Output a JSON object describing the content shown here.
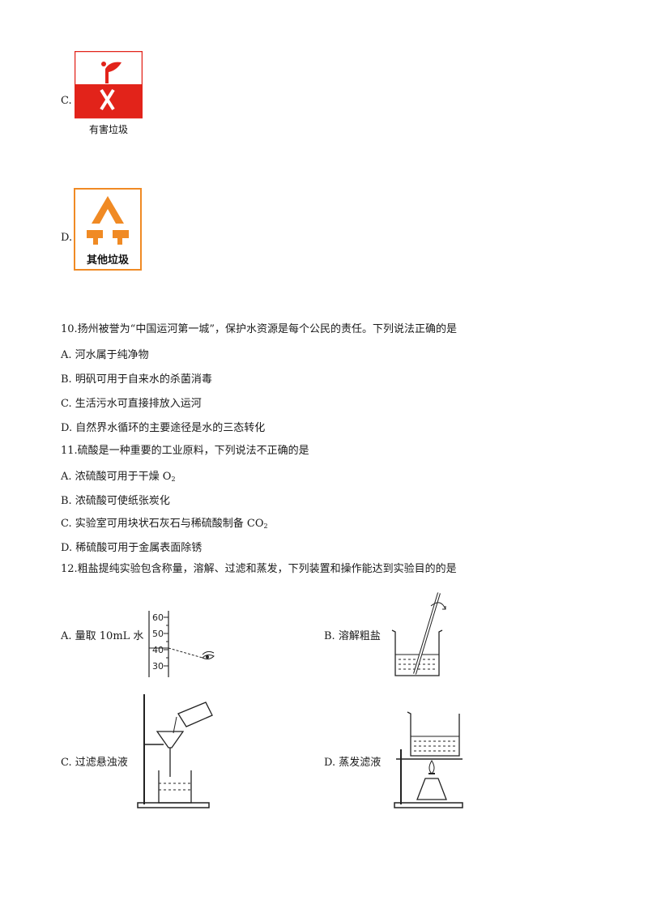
{
  "q9": {
    "option_c": {
      "letter": "C.",
      "sign_label": "有害垃圾"
    },
    "option_d": {
      "letter": "D.",
      "sign_label": "其他垃圾"
    }
  },
  "q10": {
    "stem": "10.扬州被誉为“中国运河第一城”，保护水资源是每个公民的责任。下列说法正确的是",
    "options": [
      "A. 河水属于纯净物",
      "B. 明矾可用于自来水的杀菌消毒",
      "C. 生活污水可直接排放入运河",
      "D. 自然界水循环的主要途径是水的三态转化"
    ]
  },
  "q11": {
    "stem": "11.硫酸是一种重要的工业原料，下列说法不正确的是",
    "options": [
      {
        "prefix": "A.  浓硫酸可用于干燥 O",
        "sub": "2"
      },
      {
        "prefix": "B.  浓硫酸可使纸张炭化",
        "sub": ""
      },
      {
        "prefix": "C.  实验室可用块状石灰石与稀硫酸制备 CO",
        "sub": "2"
      },
      {
        "prefix": "D.  稀硫酸可用于金属表面除锈",
        "sub": ""
      }
    ]
  },
  "q12": {
    "stem": "12.粗盐提纯实验包含称量，溶解、过滤和蒸发，下列装置和操作能达到实验目的的是",
    "options": {
      "a": "A.  量取 10mL 水",
      "b": "B.  溶解粗盐",
      "c": "C.  过滤悬浊液",
      "d": "D.  蒸发滤液"
    },
    "cylinder_ticks": [
      "60",
      "50",
      "40",
      "30"
    ]
  },
  "colors": {
    "hazard_red": "#e2231a",
    "other_orange": "#f08a24"
  }
}
